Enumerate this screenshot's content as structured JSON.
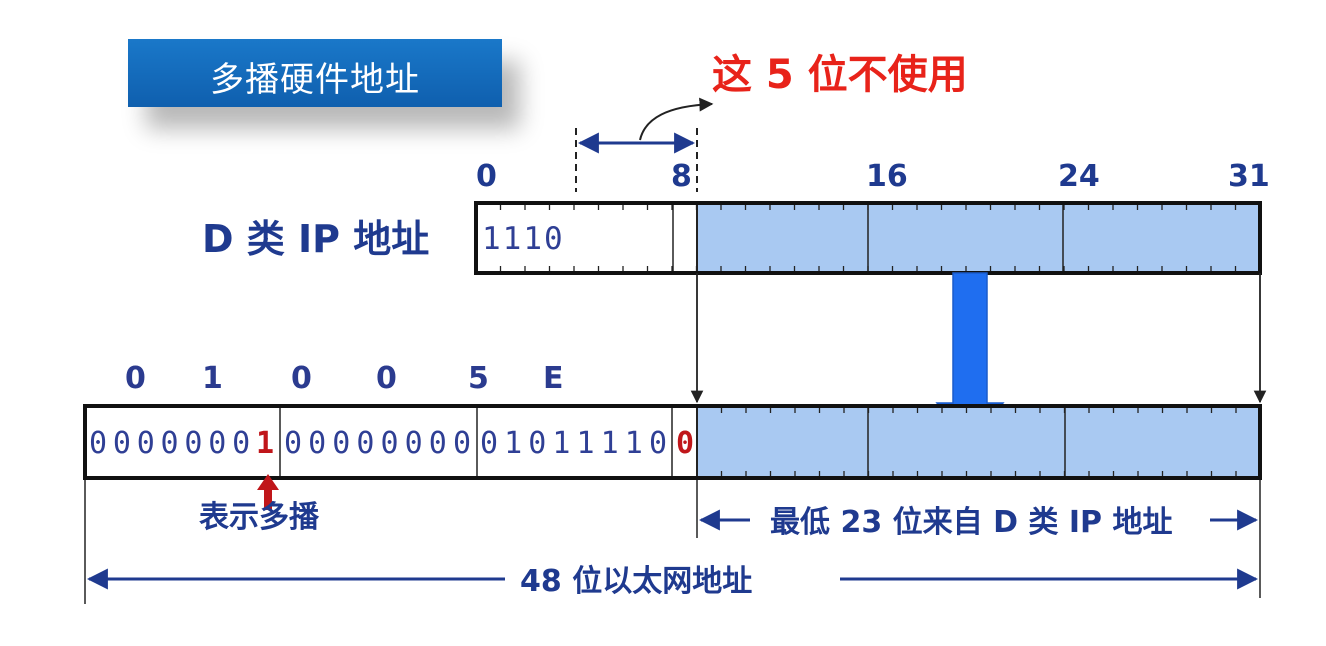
{
  "title": "多播硬件地址",
  "note": "这 5 位不使用",
  "ip_label": "D 类 IP 地址",
  "ip_prefix": "1110",
  "ip_ticks": [
    "0",
    "8",
    "16",
    "24",
    "31"
  ],
  "hex_labels": [
    "0",
    "1",
    "0",
    "0",
    "5",
    "E"
  ],
  "mac_bits": {
    "group1_prefix": "0000000",
    "group1_flag": "1",
    "group2": "00000000",
    "group3": "01011110",
    "group4_bit": "0"
  },
  "multicast_label": "表示多播",
  "low_bits_label": "最低 23 位来自 D 类 IP 地址",
  "ethernet_label": "48 位以太网地址",
  "colors": {
    "navy": "#1f3a8f",
    "red": "#c0161a",
    "note_red": "#e8231a",
    "fill_blue": "#a9c9f2",
    "arrow_blue": "#1f6ef0",
    "banner_blue": "#1470c4"
  }
}
